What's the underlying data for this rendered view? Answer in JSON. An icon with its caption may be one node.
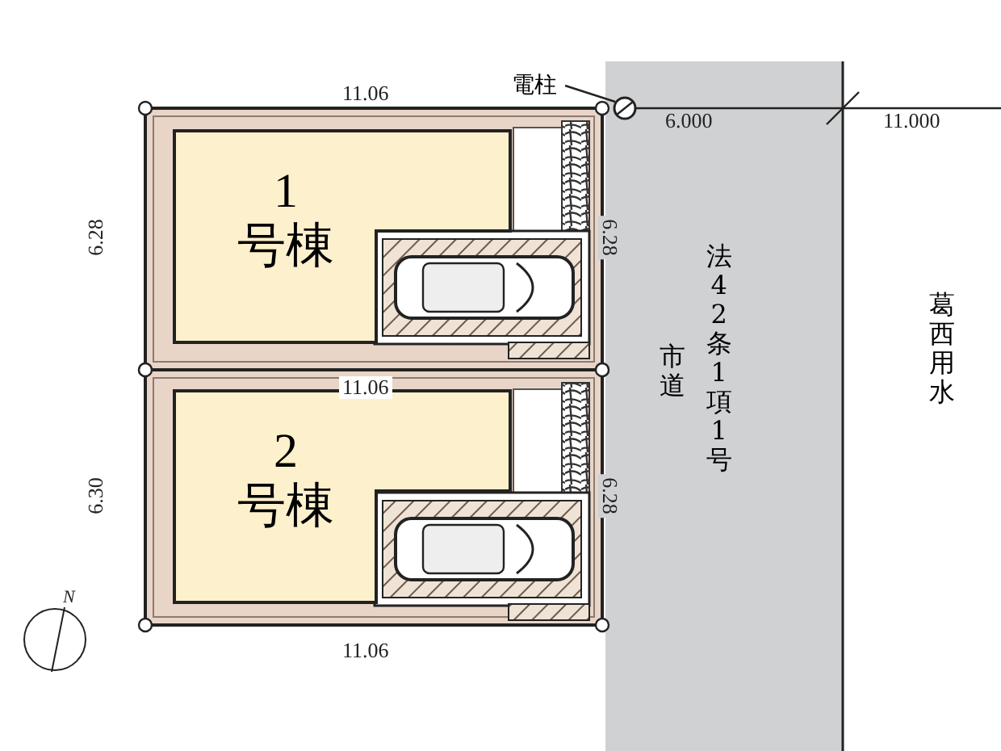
{
  "diagram": {
    "nodes": [
      {
        "text": [
          "電柱"
        ]
      },
      {
        "text": [],
        "shape": "circle"
      },
      {
        "text": [
          "1",
          "号棟"
        ]
      },
      {
        "text": [
          "2",
          "号棟"
        ]
      },
      {
        "text": [
          "市道",
          "法42条1項1号"
        ]
      }
    ],
    "edges": [
      {
        "from": 0,
        "to": 1,
        "arrow": "none"
      }
    ],
    "labels": [
      "11.06",
      "6.000",
      "11.000",
      "6.28",
      "6.28",
      "葛西用水",
      "11.06",
      "6.30",
      "6.28",
      "11.06",
      "N"
    ]
  }
}
